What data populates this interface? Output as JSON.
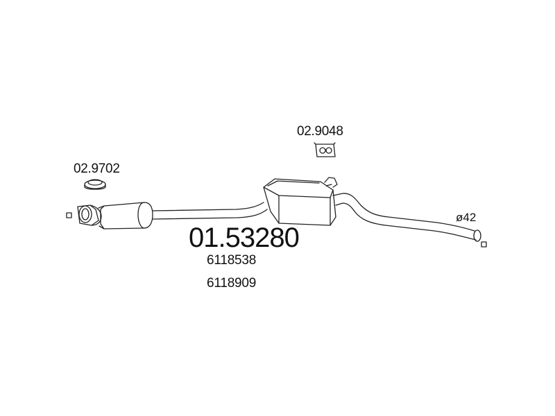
{
  "diagram": {
    "main_part_number": "01.53280",
    "oe_numbers": [
      "6118538",
      "6118909"
    ],
    "accessories": [
      {
        "part_number": "02.9702",
        "type": "gasket-ring"
      },
      {
        "part_number": "02.9048",
        "type": "rubber-hanger"
      }
    ],
    "outlet_diameter": "ø42"
  }
}
